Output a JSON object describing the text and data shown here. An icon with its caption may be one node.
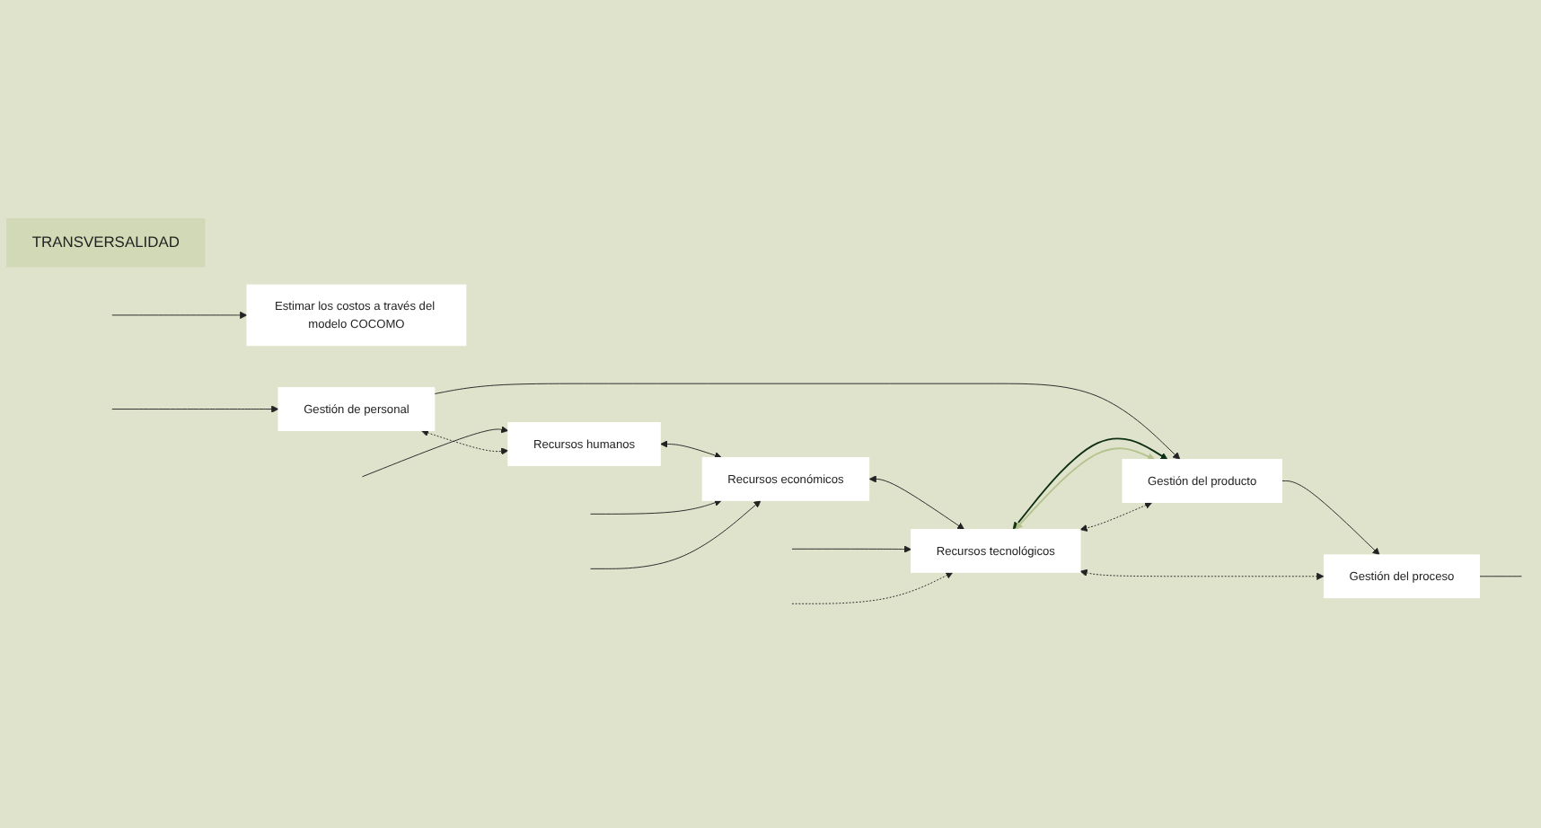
{
  "diagram": {
    "nodes": [
      {
        "text": [
          "Recursos humanos"
        ]
      },
      {
        "text": [
          "Recursos económicos"
        ]
      },
      {
        "text": [
          "Recursos tecnológicos"
        ]
      },
      {
        "text": [
          "TRANSVERSALIDAD"
        ]
      },
      {
        "text": [
          "Estimar los costos a través del modelo COCOMO"
        ]
      },
      {
        "text": [
          "Gestión de personal"
        ]
      },
      {
        "text": [
          "Gestión del producto"
        ]
      },
      {
        "text": [
          "Gestión del proceso"
        ]
      }
    ],
    "edges": [
      {
        "from": 0,
        "to": 1,
        "arrow": "both"
      },
      {
        "from": 1,
        "to": 2,
        "arrow": "both"
      },
      {
        "from": null,
        "to": 0,
        "arrow": "to"
      },
      {
        "from": null,
        "to": 1,
        "arrow": "to"
      },
      {
        "from": null,
        "to": 2,
        "arrow": "to"
      },
      {
        "from": null,
        "to": 1,
        "arrow": "to"
      },
      {
        "from": null,
        "to": 4,
        "arrow": "to"
      },
      {
        "from": null,
        "to": 5,
        "arrow": "to"
      },
      {
        "from": 5,
        "to": 6,
        "arrow": "to"
      },
      {
        "from": 6,
        "to": 7,
        "arrow": "to"
      },
      {
        "from": 7,
        "to": null,
        "arrow": "none"
      },
      {
        "from": 5,
        "to": 0,
        "arrow": "both",
        "style": "dashed"
      },
      {
        "from": null,
        "to": 2,
        "arrow": "to",
        "style": "dashed"
      },
      {
        "from": 6,
        "to": 2,
        "arrow": "both",
        "style": "dashed"
      },
      {
        "from": 7,
        "to": 2,
        "arrow": "both",
        "style": "dashed"
      },
      {
        "from": 2,
        "to": 6,
        "arrow": "both",
        "color": "#0d2e10"
      },
      {
        "from": 2,
        "to": 6,
        "arrow": "both",
        "color": "#b5c28e"
      }
    ]
  }
}
